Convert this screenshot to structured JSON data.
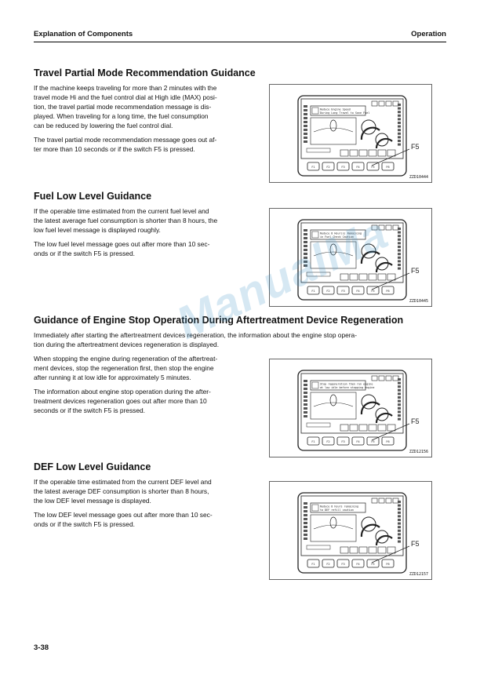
{
  "header": {
    "left": "Explanation of Components",
    "right": "Operation"
  },
  "watermark": "ManualMa",
  "sections": [
    {
      "title": "Travel Partial Mode Recommendation Guidance",
      "lines": [
        [
          "If the machine keeps traveling for more than 2 minutes with the",
          "travel mode Hi and the fuel control dial at High idle (MAX) posi-",
          "tion, the travel partial mode recommendation message is dis-",
          "played. When traveling for a long time, the fuel consumption",
          "can be reduced by lowering the fuel control dial."
        ],
        [
          "The travel partial mode recommendation message goes out af-",
          "ter more than 10 seconds or if the switch F5 is pressed."
        ]
      ]
    },
    {
      "title": "Fuel Low Level Guidance",
      "lines": [
        [
          "If the operable time estimated from the current fuel level and",
          "the latest average fuel consumption is shorter than 8 hours, the",
          "low fuel level message is displayed roughly."
        ],
        [
          "The low fuel level message goes out after more than 10 sec-",
          "onds or if the switch F5 is pressed."
        ]
      ]
    },
    {
      "title": "Guidance of Engine Stop Operation During Aftertreatment Device Regeneration",
      "lines": [
        [
          "Immediately after starting the aftertreatment devices regeneration, the information about the engine stop opera-",
          "tion during the aftertreatment devices regeneration is displayed."
        ],
        [
          "When stopping the engine during regeneration of the aftertreat-",
          "ment devices, stop the regeneration first, then stop the engine",
          "after running it at low idle for approximately 5 minutes."
        ],
        [
          "The information about engine stop operation during the after-",
          "treatment devices regeneration goes out after more than 10",
          "seconds or if the switch F5 is pressed."
        ]
      ]
    },
    {
      "title": "DEF Low Level Guidance",
      "lines": [
        [
          "If the operable time estimated from the current DEF level and",
          "the latest average DEF consumption is shorter than 8 hours,",
          "the low DEF level message is displayed."
        ],
        [
          "The low DEF level message goes out after more than 10 sec-",
          "onds or if the switch F5 is pressed."
        ]
      ]
    }
  ],
  "figures": [
    {
      "callout": "F5",
      "code": "ZZD10444",
      "msg": [
        "Reduce Engine Speed",
        "During Long Travel to Save Fuel"
      ]
    },
    {
      "callout": "F5",
      "code": "ZZD10445",
      "msg": [
        "Reduce 8 Hour(s) Remaining",
        "in Fuel Check Caution"
      ]
    },
    {
      "callout": "F5",
      "code": "ZZD12156",
      "msg": [
        "Stop regeneration then run engine",
        "at low idle before stopping engine"
      ]
    },
    {
      "callout": "F5",
      "code": "ZZD12157",
      "msg": [
        "Reduce 8 hours remaining",
        "to DEF refill caution"
      ]
    }
  ],
  "function_keys": [
    "F1",
    "F2",
    "F3",
    "F4",
    "F5",
    "F6"
  ],
  "page_number": "3-38"
}
